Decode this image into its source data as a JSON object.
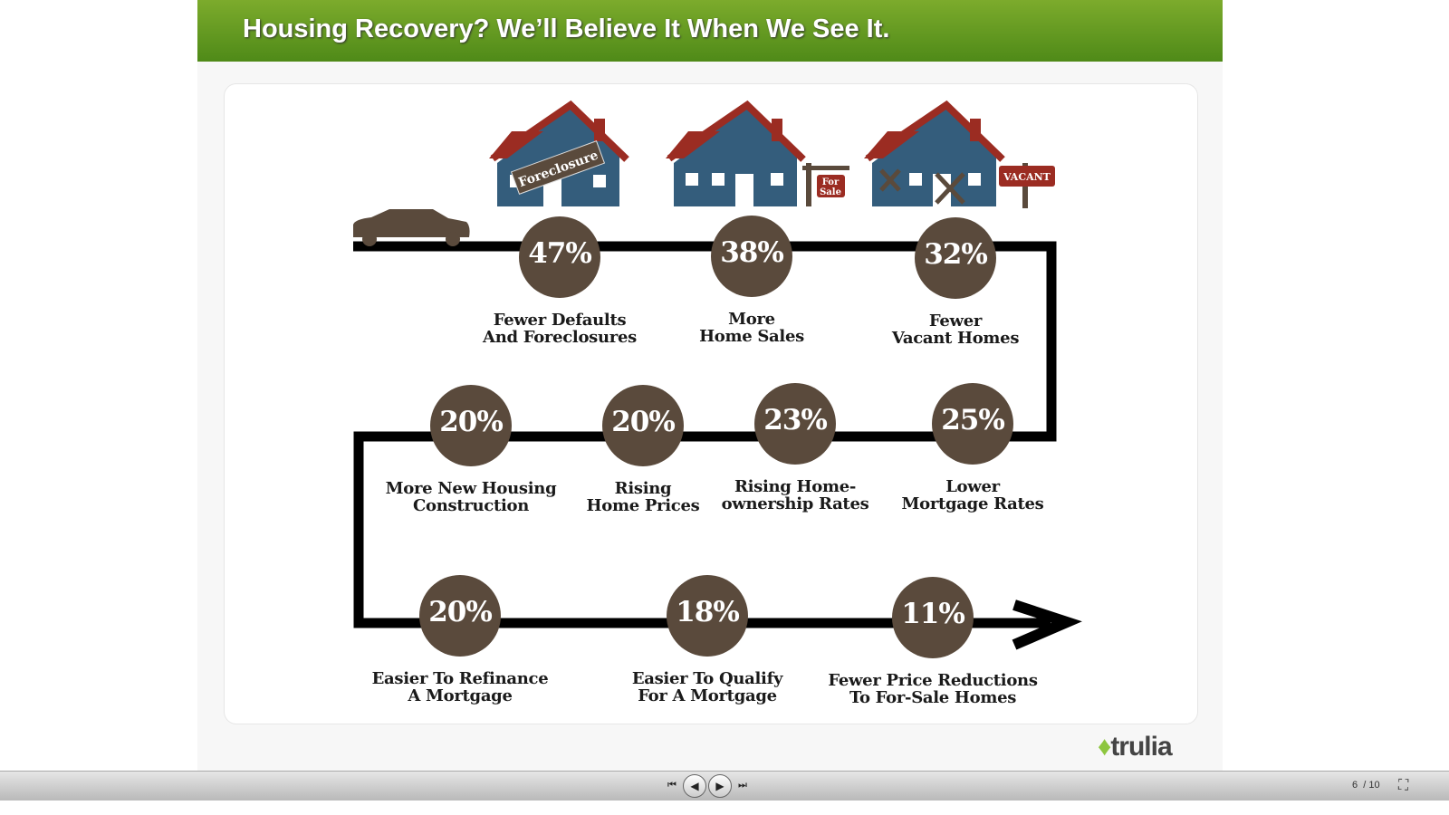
{
  "title": "Housing Recovery? We’ll Believe It When We See It.",
  "signs": {
    "foreclosure": "Foreclosure",
    "for_sale_1": "For",
    "for_sale_2": "Sale",
    "vacant": "VACANT"
  },
  "items": [
    {
      "pct": "47%",
      "l1": "Fewer Defaults",
      "l2": "And Foreclosures"
    },
    {
      "pct": "38%",
      "l1": "More",
      "l2": "Home Sales"
    },
    {
      "pct": "32%",
      "l1": "Fewer",
      "l2": "Vacant Homes"
    },
    {
      "pct": "20%",
      "l1": "More New Housing",
      "l2": "Construction"
    },
    {
      "pct": "20%",
      "l1": "Rising",
      "l2": "Home Prices"
    },
    {
      "pct": "23%",
      "l1": "Rising Home-",
      "l2": "ownership Rates"
    },
    {
      "pct": "25%",
      "l1": "Lower",
      "l2": "Mortgage Rates"
    },
    {
      "pct": "20%",
      "l1": "Easier To Refinance",
      "l2": "A Mortgage"
    },
    {
      "pct": "18%",
      "l1": "Easier To Qualify",
      "l2": "For A Mortgage"
    },
    {
      "pct": "11%",
      "l1": "Fewer Price Reductions",
      "l2": "To For-Sale Homes"
    }
  ],
  "logo": "trulia",
  "pager": {
    "current": "6",
    "total": "/ 10"
  },
  "colors": {
    "header": "#5f9a1f",
    "circle": "#5a4a3c",
    "roof": "#9b2c22",
    "house": "#345d7c"
  }
}
